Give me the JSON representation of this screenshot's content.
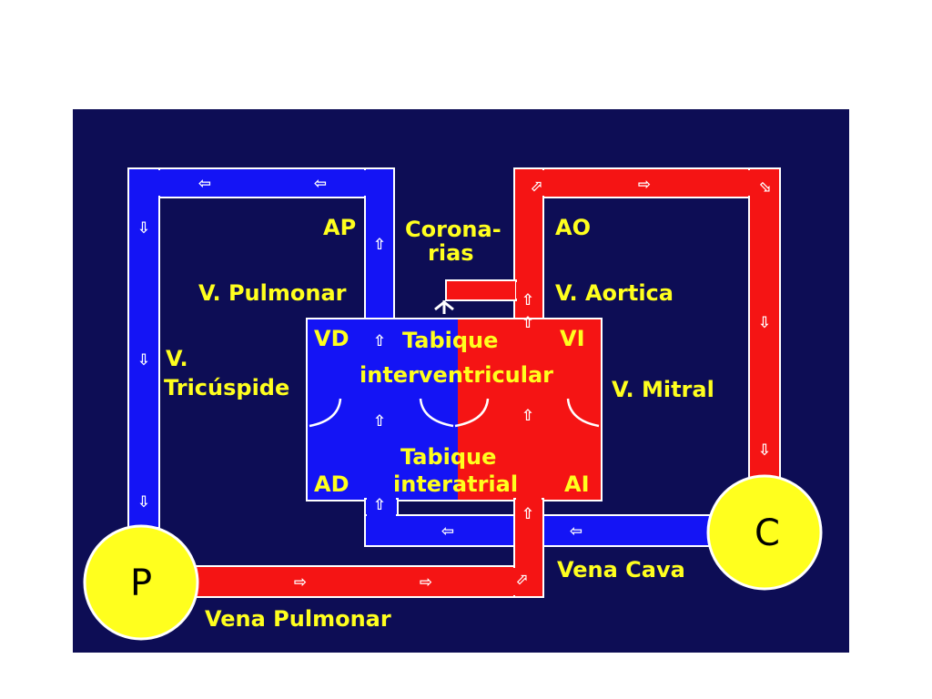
{
  "colors": {
    "background": "#0d0d55",
    "venous": "#1414f5",
    "arterial": "#f51414",
    "node": "#ffff1e",
    "label": "#ffff1e",
    "outline": "#ffffff"
  },
  "nodes": {
    "p": "P",
    "c": "C"
  },
  "labels": {
    "ap": "AP",
    "ao": "AO",
    "coronarias_1": "Corona-",
    "coronarias_2": "rias",
    "v_pulmonar": "V. Pulmonar",
    "v_aortica": "V. Aortica",
    "vd": "VD",
    "vi": "VI",
    "ad": "AD",
    "ai": "AI",
    "tabique_ventricular_1": "Tabique",
    "tabique_ventricular_2": "interventricular",
    "tabique_atrial_1": "Tabique",
    "tabique_atrial_2": "interatrial",
    "v_tricuspide_1": "V.",
    "v_tricuspide_2": "Tricúspide",
    "v_mitral": "V. Mitral",
    "vena_cava": "Vena Cava",
    "vena_pulmonar": "Vena Pulmonar"
  },
  "flow_arrows": {
    "left": "⇦",
    "right": "⇨",
    "up": "⇧",
    "down": "⇩",
    "up_right": "⬀",
    "down_right": "⬂"
  }
}
